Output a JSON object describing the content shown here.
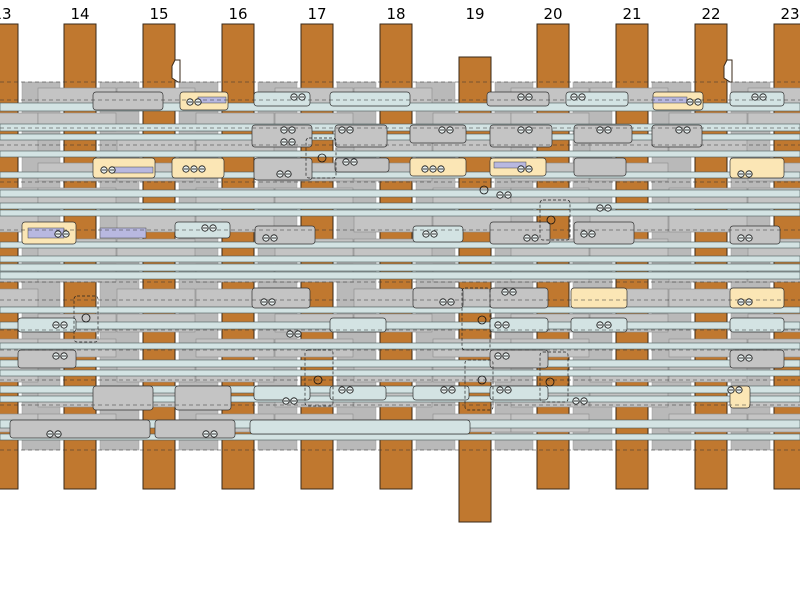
{
  "columns": [
    "13",
    "14",
    "15",
    "16",
    "17",
    "18",
    "19",
    "20",
    "21",
    "22",
    "23"
  ],
  "colors": {
    "column": "#c0782f",
    "column_stroke": "#3a2a1a",
    "band": "#c4c4c4",
    "band_shadow": "#8c8c8c",
    "track": "#d3e3e3",
    "track_stroke": "#4a5a5a",
    "cream": "#fbe6b5",
    "lavender": "#b8b8e0",
    "lane": "#b9b9b9"
  }
}
